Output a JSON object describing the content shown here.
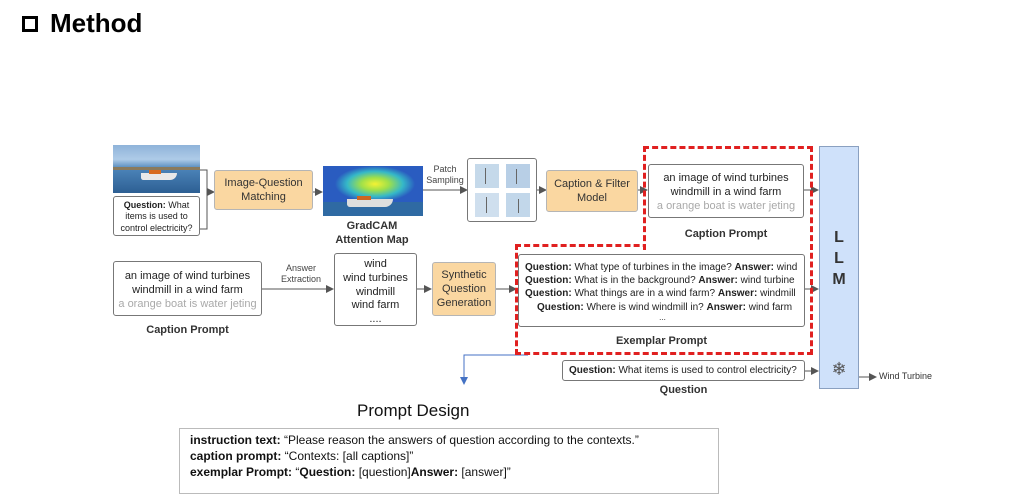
{
  "header": {
    "title": "Method"
  },
  "input_image": {
    "question_label": "Question:",
    "question_text": "What items is used to control electricity?"
  },
  "matching": {
    "label": "Image-Question Matching"
  },
  "gradcam": {
    "caption": "GradCAM Attention Map"
  },
  "patch": {
    "label": "Patch Sampling"
  },
  "caption_filter": {
    "label": "Caption & Filter Model"
  },
  "caption_prompt_top": {
    "line1": "an image of wind turbines",
    "line2": "windmill in a wind farm",
    "line3": "a orange boat is water jeting",
    "label": "Caption Prompt"
  },
  "caption_prompt_left": {
    "line1": "an image of wind turbines",
    "line2": "windmill in a wind farm",
    "line3": "a orange boat is water jeting",
    "label": "Caption Prompt"
  },
  "answer_extraction": {
    "label": "Answer Extraction"
  },
  "answers": [
    "wind",
    "wind turbines",
    "windmill",
    "wind farm",
    "...."
  ],
  "synthetic": {
    "label": "Synthetic Question Generation"
  },
  "exemplar": {
    "q_label": "Question:",
    "a_label": "Answer:",
    "rows": [
      {
        "q": "What type of turbines in the image?",
        "a": "wind"
      },
      {
        "q": "What is in the background?",
        "a": "wind turbine"
      },
      {
        "q": "What things are in a wind farm?",
        "a": "windmill"
      },
      {
        "q": "Where is wind  windmill in?",
        "a": "wind farm"
      }
    ],
    "ellipsis": "...",
    "label": "Exemplar Prompt"
  },
  "question_box": {
    "q_label": "Question:",
    "text": "What items is used to control electricity?",
    "label": "Question"
  },
  "llm": {
    "letters": [
      "L",
      "L",
      "M"
    ]
  },
  "output": {
    "label": "Wind Turbine"
  },
  "prompt_design": {
    "title": "Prompt Design",
    "lines": [
      {
        "key": "instruction text:",
        "value": " “Please reason the answers of question according to the contexts.”"
      },
      {
        "key": "caption prompt:",
        "value": " “Contexts: [all captions]”"
      },
      {
        "key": "exemplar Prompt:",
        "value": " “",
        "q_key": "Question:",
        "q_val": " [question]",
        "a_key": "Answer:",
        "a_val": " [answer]”"
      }
    ]
  },
  "colors": {
    "dash_red": "#e02020",
    "orange_fill": "#fad7a1",
    "llm_blue": "#cfe1fa"
  }
}
